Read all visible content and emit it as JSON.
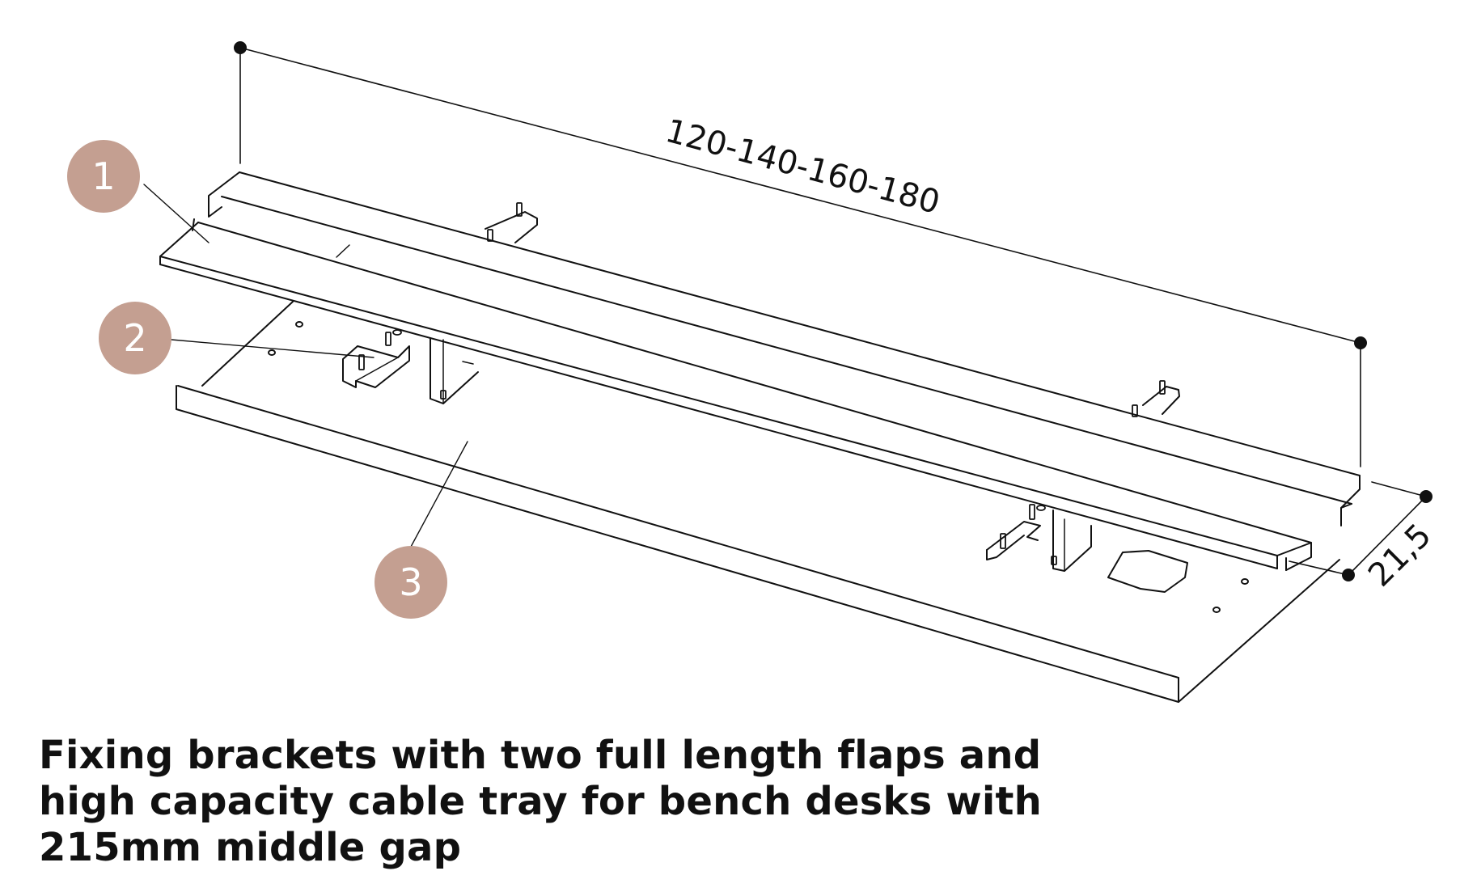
{
  "dimensions": {
    "length_label": "120-140-160-180",
    "depth_label": "21,5"
  },
  "callouts": [
    {
      "label": "1"
    },
    {
      "label": "2"
    },
    {
      "label": "3"
    }
  ],
  "caption": "Fixing brackets with two full length flaps and high capacity cable tray for bench desks with 215mm middle gap",
  "colors": {
    "line": "#111111",
    "callout_fill": "#c49f91",
    "callout_text": "#ffffff",
    "background": "#ffffff"
  }
}
